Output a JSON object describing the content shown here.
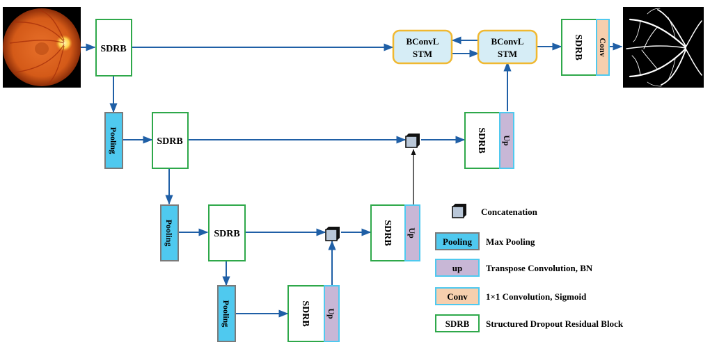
{
  "labels": {
    "sdrb": "SDRB",
    "pooling": "Pooling",
    "up": "Up",
    "conv": "Conv",
    "bconvl": "BConvL",
    "stm": "STM"
  },
  "legend": {
    "concatenation": "Concatenation",
    "pooling_key": "Pooling",
    "pooling_desc": "Max Pooling",
    "up_key": "up",
    "up_desc": "Transpose Convolution, BN",
    "conv_key": "Conv",
    "conv_desc": "1×1 Convolution, Sigmoid",
    "sdrb_key": "SDRB",
    "sdrb_desc": "Structured Dropout Residual Block"
  },
  "colors": {
    "sdrb_border": "#2ea84a",
    "pooling_fill": "#4fc9ef",
    "pooling_border": "#7a7a7a",
    "up_fill": "#c8b7d6",
    "up_border": "#4fc9ef",
    "conv_fill": "#f6cfae",
    "conv_border": "#4fc9ef",
    "stm_fill": "#d6edf6",
    "stm_border": "#f0b830",
    "arrow": "#1f5fa6",
    "concat_fill": "#b9c7d8"
  },
  "images": {
    "input": "retina-fundus-photo",
    "output": "vessel-segmentation-map"
  }
}
